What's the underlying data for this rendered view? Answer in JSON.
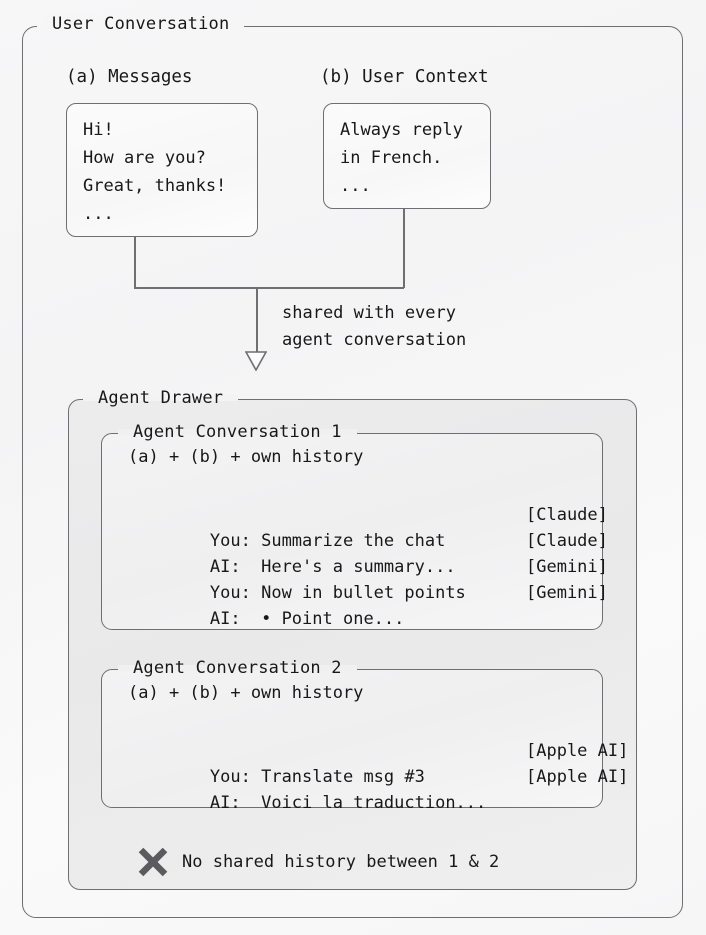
{
  "diagram": {
    "outer_frame_title": "User Conversation",
    "colors": {
      "border": "#6e6e73",
      "text": "#18181b",
      "page_bg": "#f7f7f8",
      "drawer_bg": "#ececed",
      "x_icon": "#5a5a5f"
    },
    "user_conversation": {
      "messages": {
        "label": "(a) Messages",
        "body": "Hi!\nHow are you?\nGreat, thanks!\n..."
      },
      "user_context": {
        "label": "(b) User Context",
        "body": "Always reply\nin French.\n..."
      },
      "flow_caption": "shared with every\nagent conversation",
      "arrow_icon": "down-arrow-outline-icon"
    },
    "agent_drawer": {
      "title": "Agent Drawer",
      "conversations": [
        {
          "title": "Agent Conversation 1",
          "context_note": "(a) + (b) + own history",
          "messages": [
            {
              "role": "You:",
              "text": "Summarize the chat",
              "model": "[Claude]"
            },
            {
              "role": "AI: ",
              "text": "Here's a summary...",
              "model": "[Claude]"
            },
            {
              "role": "You:",
              "text": "Now in bullet points",
              "model": "[Gemini]"
            },
            {
              "role": "AI: ",
              "text": "• Point one...",
              "model": "[Gemini]"
            }
          ]
        },
        {
          "title": "Agent Conversation 2",
          "context_note": "(a) + (b) + own history",
          "messages": [
            {
              "role": "You:",
              "text": "Translate msg #3",
              "model": "[Apple AI]"
            },
            {
              "role": "AI: ",
              "text": "Voici la traduction...",
              "model": "[Apple AI]"
            }
          ]
        }
      ],
      "footer": {
        "icon": "x-cross-icon",
        "text": "No shared history between 1 & 2"
      }
    }
  }
}
